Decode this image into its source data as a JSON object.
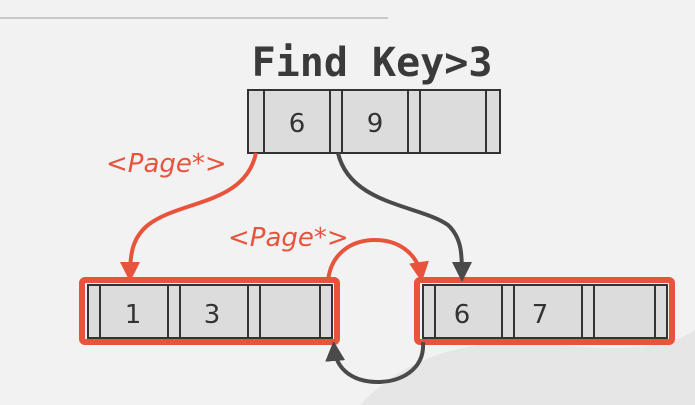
{
  "title": "Find Key>3",
  "labels": {
    "page_pointer_left": "<Page*>",
    "page_pointer_sibling": "<Page*>"
  },
  "root_node": {
    "keys": [
      "6",
      "9",
      ""
    ]
  },
  "leaf_nodes": [
    {
      "keys": [
        "1",
        "3",
        ""
      ],
      "highlighted": true
    },
    {
      "keys": [
        "6",
        "7",
        ""
      ],
      "highlighted": true
    }
  ],
  "colors": {
    "background": "#f2f2f2",
    "accent": "#e8533c",
    "arrow_gray": "#4a4a4a",
    "cell_fill": "#dcdcdc",
    "border": "#333333"
  }
}
